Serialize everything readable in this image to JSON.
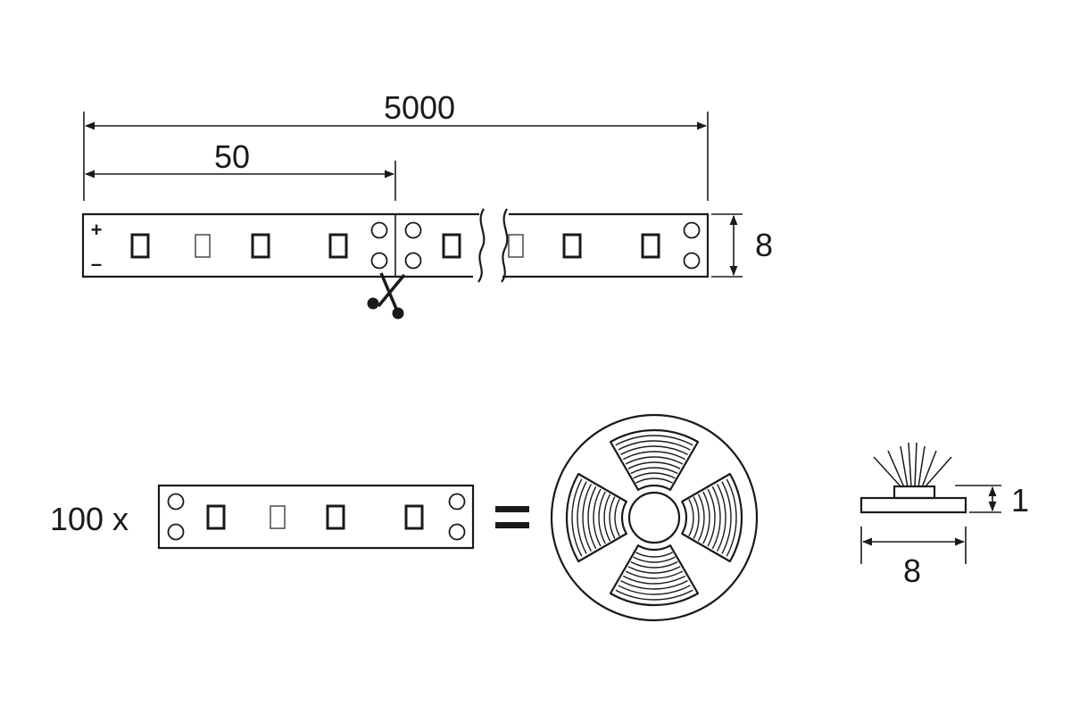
{
  "dimensions": {
    "total_length": "5000",
    "segment_length": "50",
    "strip_width": "8",
    "profile_width": "8",
    "profile_height": "1"
  },
  "polarity": {
    "plus": "+",
    "minus": "–"
  },
  "reel_equation": {
    "multiplier": "100 x",
    "equals": "="
  },
  "icons": [
    "scissors-icon",
    "reel-icon"
  ],
  "colors": {
    "line": "#1a1a1a",
    "background": "#ffffff"
  }
}
